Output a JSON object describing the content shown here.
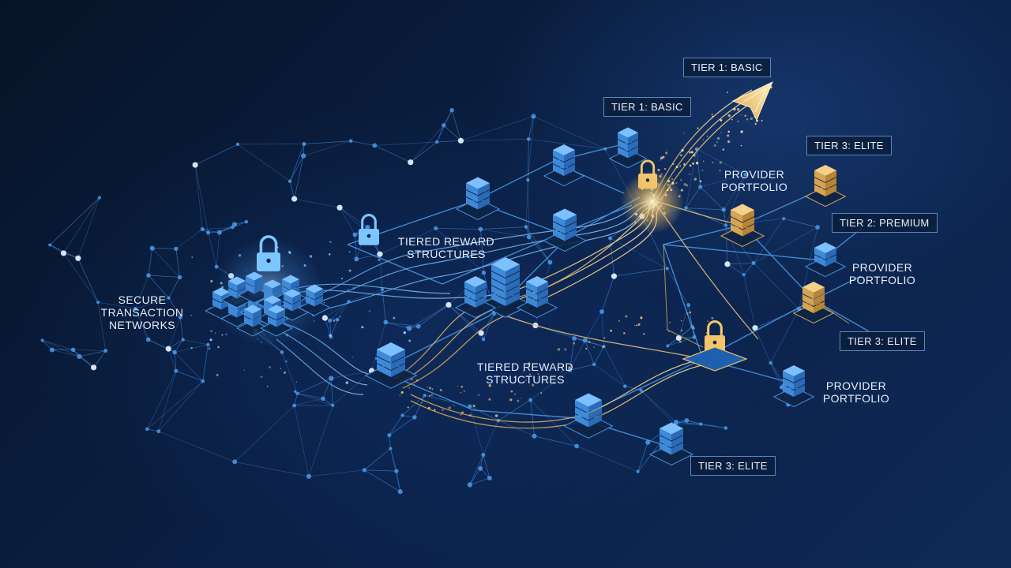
{
  "labels": {
    "secure_networks": [
      "SECURE",
      "TRANSACTION",
      "NETWORKS"
    ],
    "tiered_reward_1": [
      "TIERED REWARD",
      "STRUCTURES"
    ],
    "tiered_reward_2": [
      "TIERED REWARD",
      "STRUCTURES"
    ],
    "provider_portfolio_1": [
      "PROVIDER",
      "PORTFOLIO"
    ],
    "provider_portfolio_2": [
      "PROVIDER",
      "PORTFOLIO"
    ],
    "provider_portfolio_3": [
      "PROVIDER",
      "PORTFOLIO"
    ]
  },
  "tags": {
    "tier1_basic_top": "TIER 1: BASIC",
    "tier1_basic": "TIER 1: BASIC",
    "tier3_elite_upper": "TIER 3: ELITE",
    "tier2_premium": "TIER 2: PREMIUM",
    "tier3_elite_middle": "TIER 3: ELITE",
    "tier3_elite_bottom": "TIER 3: ELITE"
  },
  "colors": {
    "background": "#0b2148",
    "network_blue": "#4a9bea",
    "flow_gold": "#f2c46b",
    "server_blue": "#5aa8ee",
    "server_gold": "#e9b964",
    "text": "#e6eefb"
  }
}
